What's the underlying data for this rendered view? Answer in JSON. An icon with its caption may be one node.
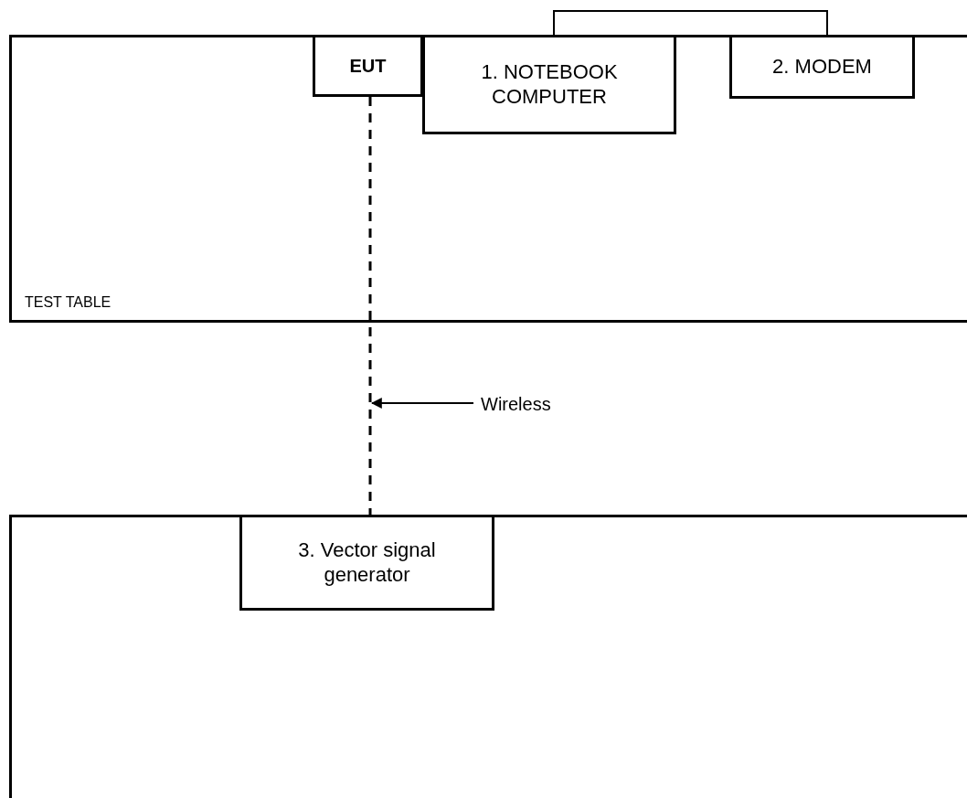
{
  "diagram": {
    "nodes": [
      {
        "text": [
          "TEST TABLE"
        ]
      },
      {
        "text": [
          "EUT"
        ],
        "in": 0
      },
      {
        "text": [
          "1. NOTEBOOK COMPUTER"
        ],
        "in": 0
      },
      {
        "text": [
          "2. MODEM"
        ],
        "in": 0
      },
      {
        "text": [],
        "shape": "box"
      },
      {
        "text": [
          "3. Vector signal generator"
        ],
        "in": 4
      },
      {
        "text": [
          "Wireless"
        ]
      }
    ],
    "edges": [
      {
        "from": 2,
        "to": 3,
        "arrow": "none"
      },
      {
        "from": 1,
        "to": 4,
        "arrow": "none",
        "style": "dashed"
      },
      {
        "from": 6,
        "to": null,
        "arrow": "to"
      }
    ]
  }
}
